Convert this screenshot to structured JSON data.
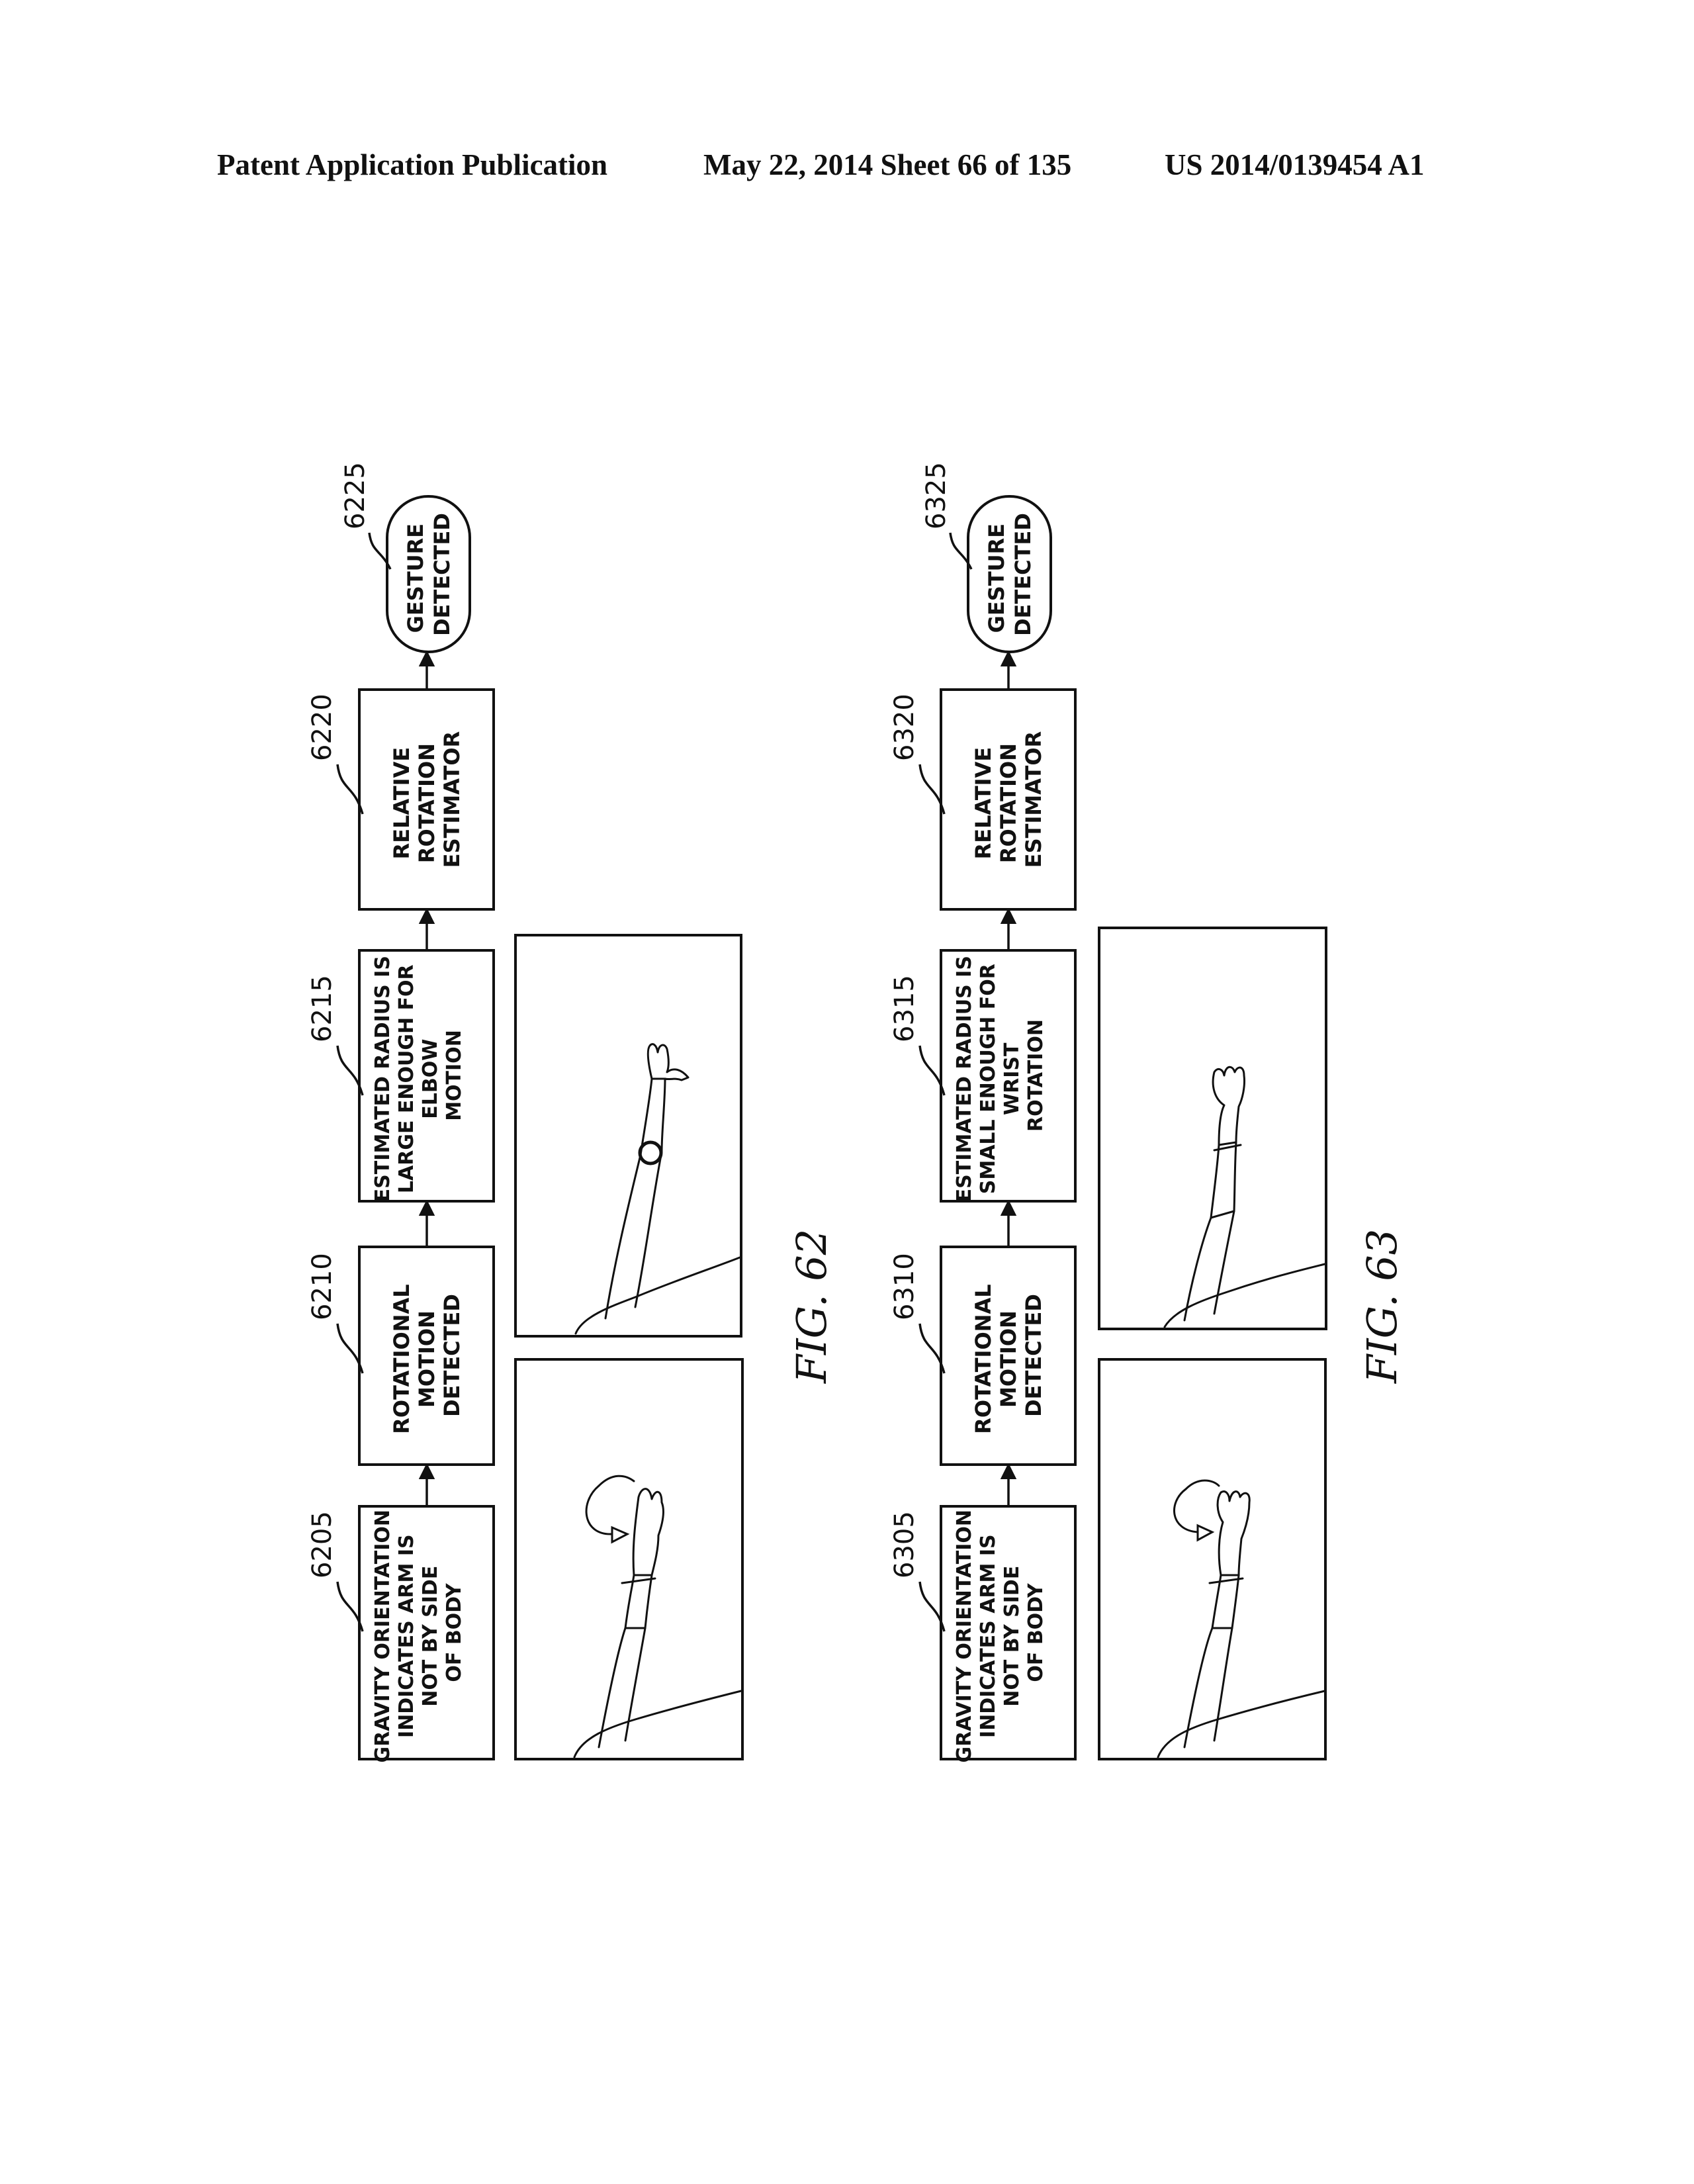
{
  "header": {
    "publication": "Patent Application Publication",
    "date_sheet": "May 22, 2014  Sheet 66 of 135",
    "patent_number": "US 2014/0139454 A1"
  },
  "figures": [
    {
      "caption": "FIG. 62",
      "ref_6205": "6205",
      "ref_6210": "6210",
      "ref_6215": "6215",
      "ref_6220": "6220",
      "ref_6225": "6225",
      "box_6205": [
        "GRAVITY ORIENTATION",
        "INDICATES ARM IS",
        "NOT BY SIDE",
        "OF BODY"
      ],
      "box_6210": [
        "ROTATIONAL",
        "MOTION",
        "DETECTED"
      ],
      "box_6215": [
        "ESTIMATED RADIUS IS",
        "LARGE ENOUGH FOR",
        "ELBOW",
        "MOTION"
      ],
      "box_6220": [
        "RELATIVE",
        "ROTATION",
        "ESTIMATOR"
      ],
      "terminal_6225": [
        "GESTURE",
        "DETECTED"
      ]
    },
    {
      "caption": "FIG. 63",
      "ref_6305": "6305",
      "ref_6310": "6310",
      "ref_6315": "6315",
      "ref_6320": "6320",
      "ref_6325": "6325",
      "box_6305": [
        "GRAVITY ORIENTATION",
        "INDICATES ARM IS",
        "NOT BY SIDE",
        "OF BODY"
      ],
      "box_6310": [
        "ROTATIONAL",
        "MOTION",
        "DETECTED"
      ],
      "box_6315": [
        "ESTIMATED RADIUS IS",
        "SMALL ENOUGH FOR",
        "WRIST",
        "ROTATION"
      ],
      "box_6320": [
        "RELATIVE",
        "ROTATION",
        "ESTIMATOR"
      ],
      "terminal_6325": [
        "GESTURE",
        "DETECTED"
      ]
    }
  ]
}
